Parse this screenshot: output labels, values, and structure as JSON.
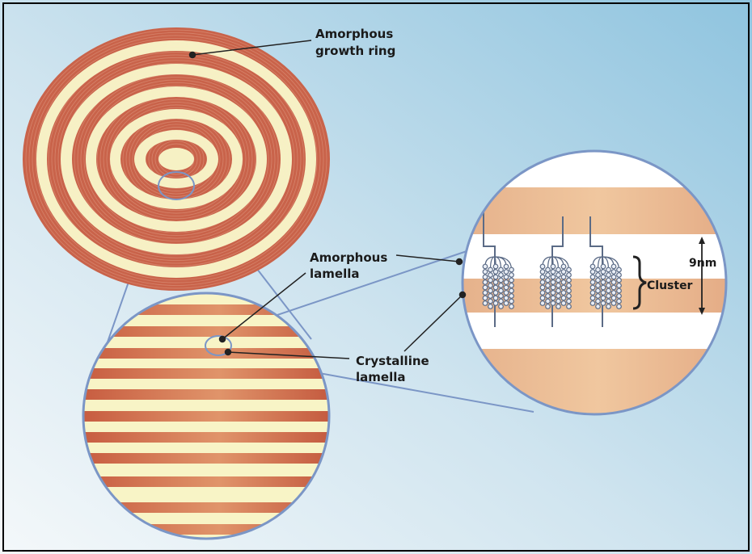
{
  "labels": {
    "amorphous_growth_ring": [
      "Amorphous",
      "growth ring"
    ],
    "amorphous_lamella": [
      "Amorphous",
      "lamella"
    ],
    "crystalline_lamella": [
      "Crystalline",
      "lamella"
    ],
    "spacing": "9nm",
    "cluster": "Cluster"
  },
  "colors": {
    "background_light": "#eaf3f8",
    "background_blue": "#9ccbe2",
    "amorphous_band": "#f8f4c8",
    "crystalline_band": "#c9634a",
    "crystalline_band_soft": "#e0a882",
    "outline": "#7b96c6",
    "leader_line": "#222222",
    "chain": "#5b6b86"
  },
  "icons": {
    "granule": "starch-granule-icon",
    "magnifier_1": "lamella-zoom-icon",
    "magnifier_2": "cluster-zoom-icon"
  }
}
